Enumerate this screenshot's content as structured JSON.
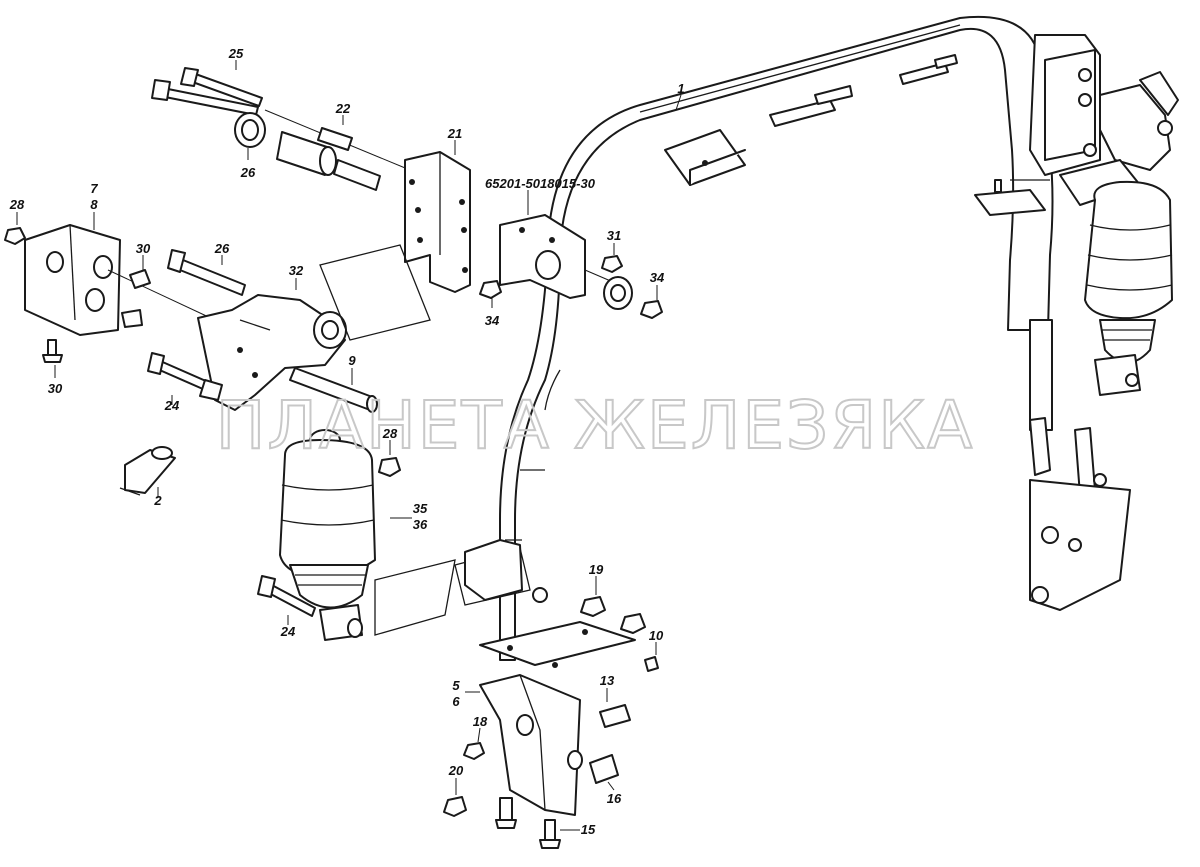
{
  "watermark": "ПЛАНЕТА ЖЕЛЕЗЯКА",
  "labels": {
    "l25": "25",
    "l22": "22",
    "l21": "21",
    "l26a": "26",
    "l1": "1",
    "l65201": "65201-5018015-30",
    "l7": "7",
    "l8": "8",
    "l28a": "28",
    "l30a": "30",
    "l26b": "26",
    "l32": "32",
    "l31": "31",
    "l34a": "34",
    "l34b": "34",
    "l30b": "30",
    "l9": "9",
    "l24a": "24",
    "l28b": "28",
    "l2": "2",
    "l35": "35",
    "l36": "36",
    "l24b": "24",
    "l19": "19",
    "l10": "10",
    "l5": "5",
    "l6": "6",
    "l13": "13",
    "l18": "18",
    "l20": "20",
    "l16": "16",
    "l15": "15"
  }
}
